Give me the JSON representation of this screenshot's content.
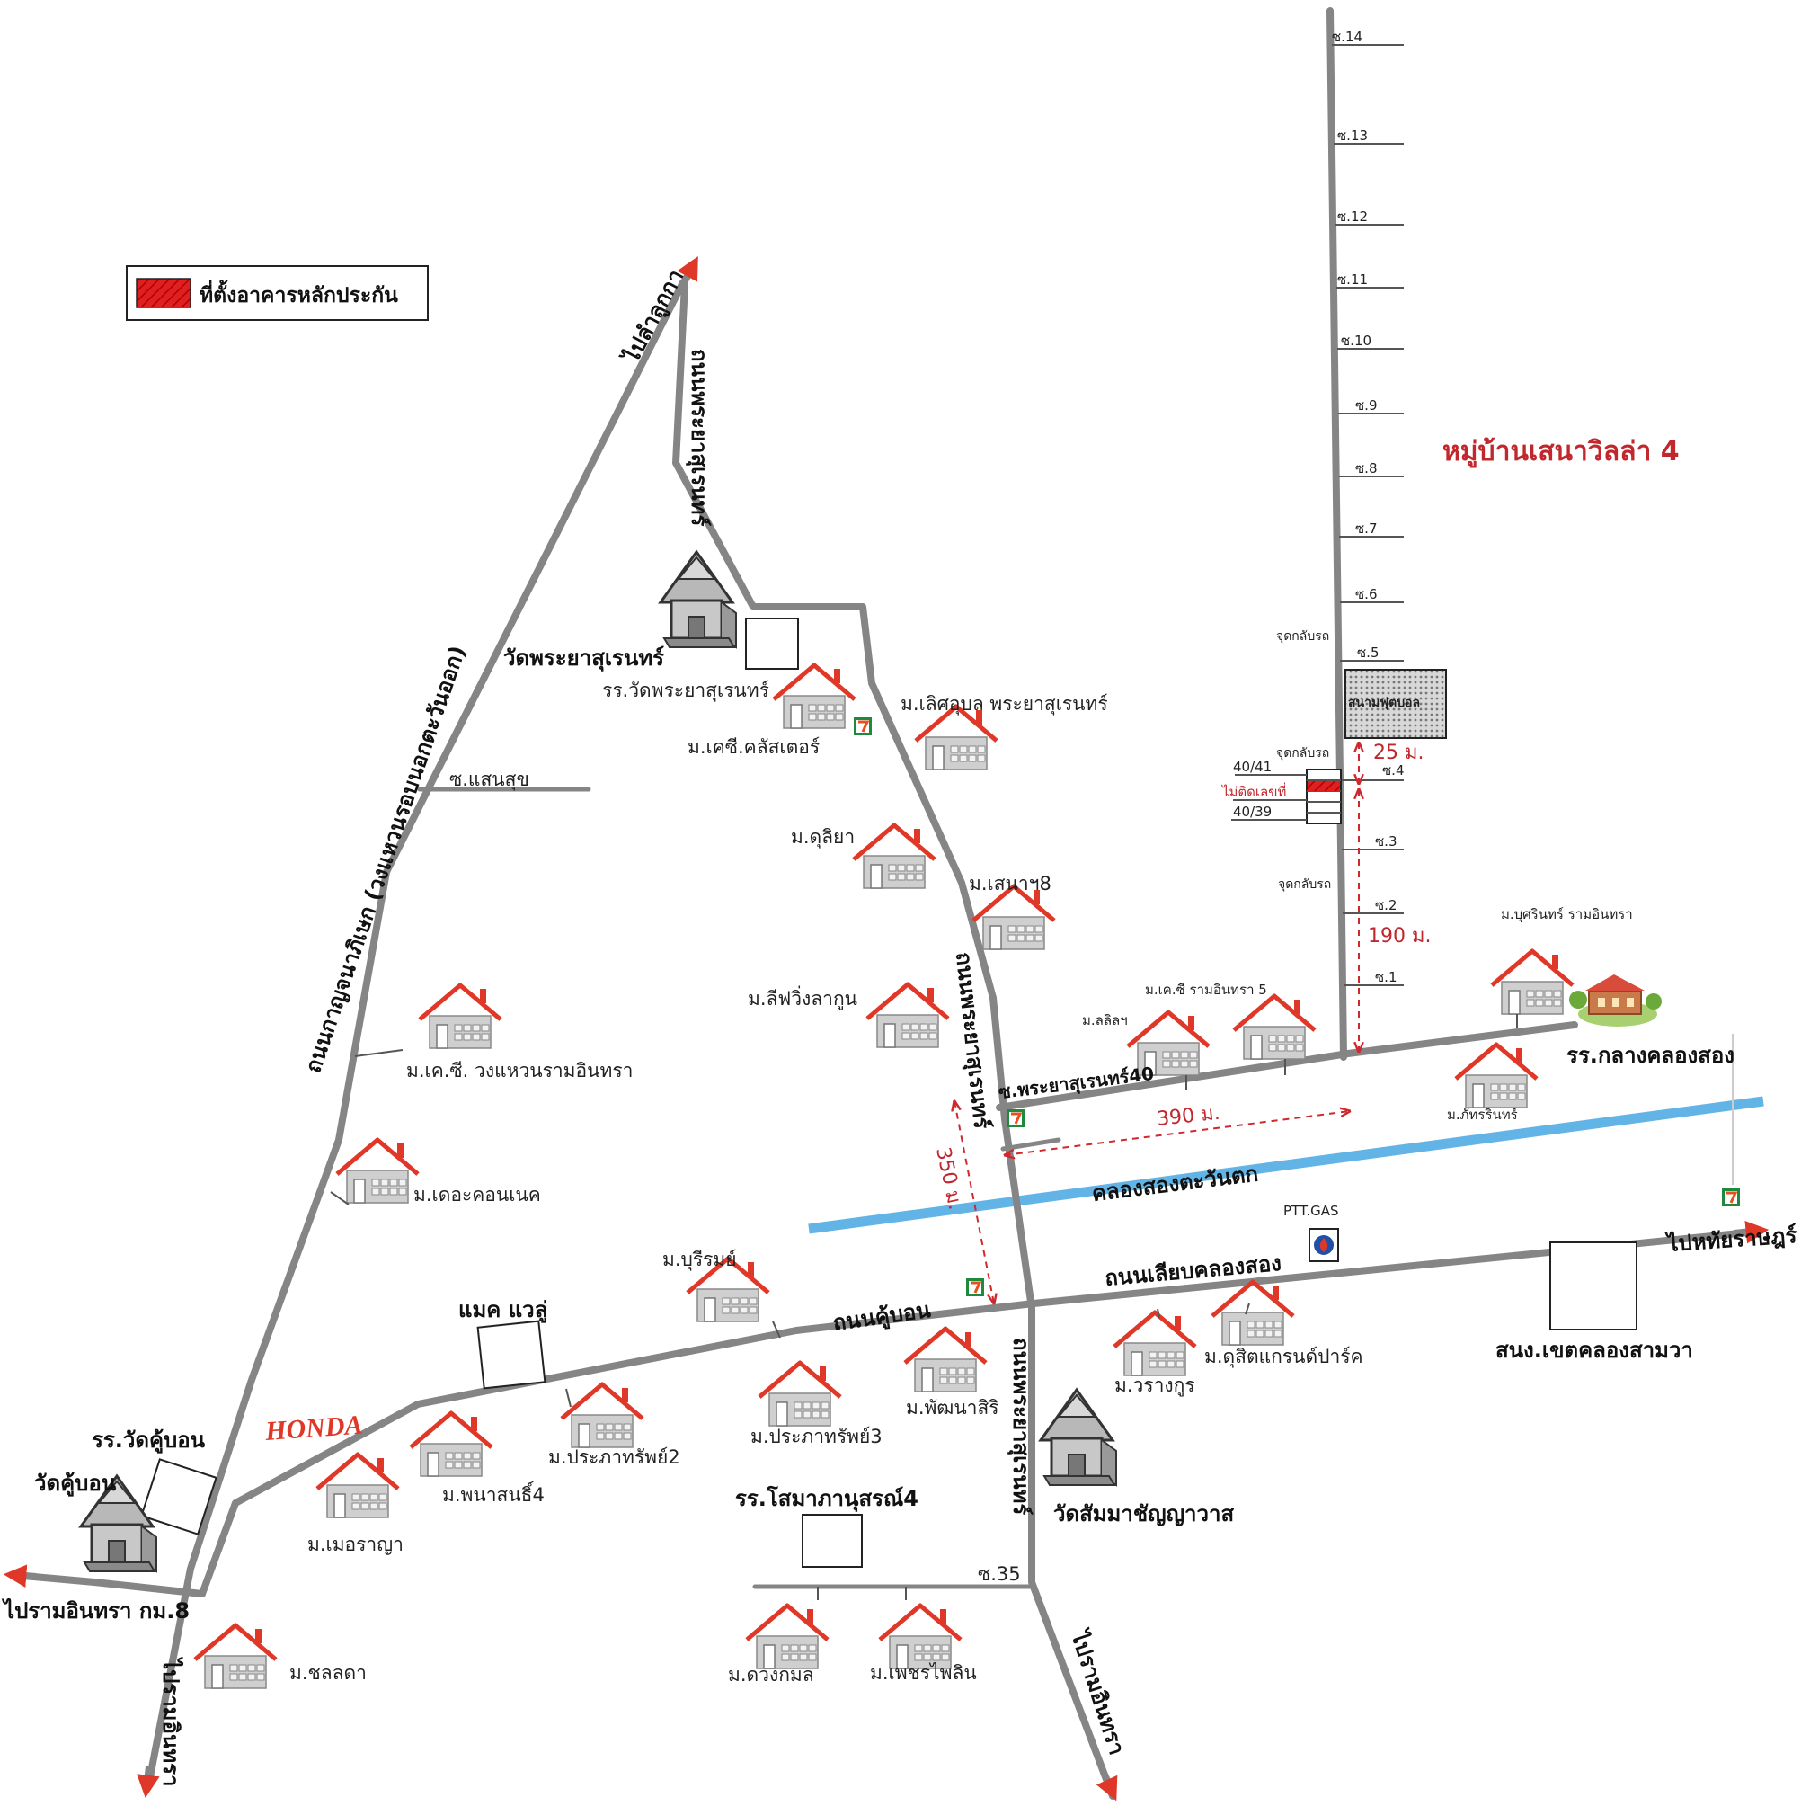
{
  "colors": {
    "road": "#858585",
    "canal": "#63b4e6",
    "arrow": "#e03828",
    "title": "#c0282d",
    "marker": "#e02020"
  },
  "legend": {
    "label": "ที่ตั้งอาคารหลักประกัน"
  },
  "title": "หมู่บ้านเสนาวิลล่า 4",
  "roads": {
    "kanchana": "ถนนกาญจนาภิเษก (วงแหวนรอบนอกตะวันออก)",
    "phraya_upper": "ถนนพระยาสุเรนทร์",
    "phraya_mid": "ถนนพระยาสุเรนทร์",
    "phraya_lower": "ถนนพระยาสุเรนทร์",
    "khubon": "ถนนคู้บอน",
    "liap_khlong": "ถนนเลียบคลองสอง",
    "canal": "คลองสองตะวันตก"
  },
  "directions": {
    "lam_luk_ka": "ไปลำลูกกา",
    "ram_intra_km8": "ไปรามอินทรา กม.8",
    "ram_intra_left": "ไปรามอินทรา",
    "ram_intra_right": "ไปรามอินทรา",
    "hathai": "ไปหทัยราษฎร์"
  },
  "sois": [
    "ซ.14",
    "ซ.13",
    "ซ.12",
    "ซ.11",
    "ซ.10",
    "ซ.9",
    "ซ.8",
    "ซ.7",
    "ซ.6",
    "ซ.5",
    "ซ.4",
    "ซ.3",
    "ซ.2",
    "ซ.1"
  ],
  "soi_labels": {
    "saensuk": "ซ.แสนสุข",
    "phraya40": "ซ.พระยาสุเรนทร์40",
    "soi35": "ซ.35"
  },
  "uturns": [
    "จุดกลับรถ",
    "จุดกลับรถ",
    "จุดกลับรถ"
  ],
  "plot": {
    "house_left": "40/41",
    "house_mid": "ไม่ติดเลขที่",
    "house_right": "40/39",
    "park": "สนามฟุตบอล"
  },
  "distances": {
    "d25": "25 ม.",
    "d190": "190 ม.",
    "d390": "390 ม.",
    "d350": "350 ม."
  },
  "places": {
    "wat_phraya": "วัดพระยาสุเรนทร์",
    "school_phraya": "รร.วัดพระยาสุเรนทร์",
    "school_khubon": "รร.วัดคู้บอน",
    "wat_khubon": "วัดคู้บอน",
    "wat_samman": "วัดสัมมาชัญญาวาส",
    "school_somapa": "รร.โสมาภานุสรณ์4",
    "school_klang": "รร.กลางคลองสอง",
    "police": "สนง.เขตคลองสามวา",
    "makro": "แมค แวลู่",
    "ptt": "PTT.GAS",
    "honda": "HONDA"
  },
  "villages": {
    "kc_cluster": "ม.เคซี.คลัสเตอร์",
    "loet_udom": "ม.เลิศอุบล พระยาสุเรนทร์",
    "dulia": "ม.ดุลิยา",
    "sena8": "ม.เสนาฯ8",
    "life_lagoon": "ม.ลีฟวิ่งลากูน",
    "kc_wongwaen": "ม.เค.ซี. วงแหวนรามอินทรา",
    "connect": "ม.เดอะคอนเนค",
    "buriram": "ม.บุรีรมย์",
    "prapasap2": "ม.ประภาทรัพย์2",
    "prapasap3": "ม.ประภาทรัพย์3",
    "phatthana": "ม.พัฒนาสิริ",
    "phanason4": "ม.พนาสนธิ์4",
    "mayura": "ม.เมอราญา",
    "chonlada": "ม.ชลลดา",
    "duangkamon": "ม.ดวงกมล",
    "phetphailin": "ม.เพชรไพลิน",
    "warangkun": "ม.วรางกูร",
    "dusit": "ม.ดุสิตแกรนด์ปาร์ค",
    "lalila": "ม.ลลิลฯ",
    "kc_ram5": "ม.เค.ซี รามอินทรา 5",
    "buschrin": "ม.บุศรินทร์ รามอินทรา",
    "phatrin": "ม.ภัทรรินทร์"
  }
}
